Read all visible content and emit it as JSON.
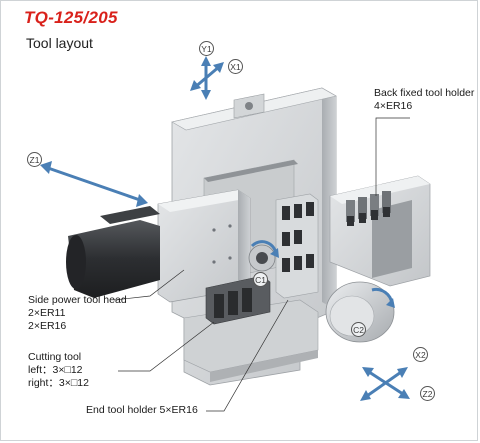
{
  "header": {
    "title": "TQ-125/205",
    "subtitle": "Tool layout"
  },
  "axes": {
    "y1": "Y1",
    "x1": "X1",
    "z1": "Z1",
    "c1": "C1",
    "c2": "C2",
    "x2": "X2",
    "z2": "Z2"
  },
  "labels": {
    "back_holder_line1": "Back fixed tool holder",
    "back_holder_line2": "4×ER16",
    "side_head_line1": "Side power tool head",
    "side_head_line2": "2×ER11",
    "side_head_line3": "2×ER16",
    "cutting_line1": "Cutting tool",
    "cutting_line2": "left：3×□12",
    "cutting_line3": "right：3×□12",
    "end_holder": "End tool holder  5×ER16"
  },
  "colors": {
    "title": "#d9211b",
    "arrow": "#4a7fb5",
    "metal_light": "#d7d9db",
    "metal_mid": "#b9bcbf",
    "metal_dark": "#3a3c3f"
  }
}
